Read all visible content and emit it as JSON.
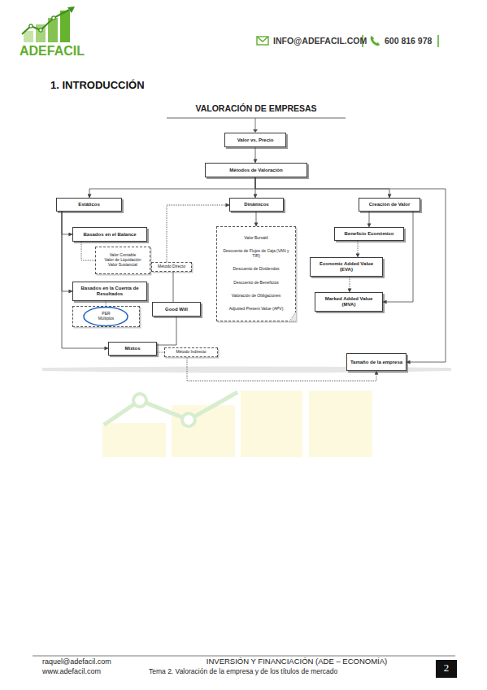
{
  "diagram": {
    "title": "VALORACIÓN DE EMPRESAS",
    "nodes": [
      {
        "text": [
          "Valor vs. Precio"
        ]
      },
      {
        "text": [
          "Métodos de Valoración"
        ]
      },
      {
        "text": [
          "Estáticos"
        ]
      },
      {
        "text": [
          "Dinámicos"
        ]
      },
      {
        "text": [
          "Creación de Valor"
        ]
      },
      {
        "text": [
          "Basados en el Balance"
        ]
      },
      {
        "text": [
          "Valor Contable",
          "Valor de Liquidación",
          "Valor Sustancial"
        ]
      },
      {
        "text": [
          "Basados en la Cuenta de Resultados"
        ]
      },
      {
        "text": [
          "PER",
          "Múltiplos"
        ]
      },
      {
        "text": [
          "Good Will"
        ]
      },
      {
        "text": [
          "Mixtos"
        ]
      },
      {
        "text": [
          "Método Directo"
        ]
      },
      {
        "text": [
          "Método Indirecto"
        ]
      },
      {
        "text": [
          "Valor Bursátil",
          "Descuento de Flujos de Caja (VAN y TIR)",
          "Descuento de Dividendos",
          "Descuento de Beneficios",
          "Valoración de Obligaciones",
          "Adjusted Present Value (APV)"
        ]
      },
      {
        "text": [
          "Beneficio Económico"
        ]
      },
      {
        "text": [
          "Economic Added Value (EVA)"
        ]
      },
      {
        "text": [
          "Marked Added Value (MVA)"
        ]
      },
      {
        "text": [
          "Tamaño de la empresa"
        ]
      }
    ],
    "edges": [
      {
        "from": 0,
        "to": 1,
        "arrow": "to"
      },
      {
        "from": 1,
        "to": 2,
        "arrow": "to"
      },
      {
        "from": 1,
        "to": 3,
        "arrow": "to"
      },
      {
        "from": 1,
        "to": 4,
        "arrow": "to"
      },
      {
        "from": 1,
        "to": 17,
        "arrow": "to"
      },
      {
        "from": 2,
        "to": 5,
        "arrow": "to"
      },
      {
        "from": 2,
        "to": 7,
        "arrow": "to"
      },
      {
        "from": 2,
        "to": 10,
        "arrow": "to"
      },
      {
        "from": 5,
        "to": 6,
        "arrow": "none"
      },
      {
        "from": 7,
        "to": 8,
        "arrow": "none"
      },
      {
        "from": 9,
        "to": 10,
        "arrow": "none"
      },
      {
        "from": 9,
        "to": 11,
        "arrow": "none"
      },
      {
        "from": 11,
        "to": 3,
        "arrow": "to"
      },
      {
        "from": 10,
        "to": 12,
        "arrow": "none"
      },
      {
        "from": 12,
        "to": 17,
        "arrow": "to"
      },
      {
        "from": 3,
        "to": 13,
        "arrow": "to"
      },
      {
        "from": 4,
        "to": 14,
        "arrow": "to"
      },
      {
        "from": 14,
        "to": 15,
        "arrow": "to"
      },
      {
        "from": 15,
        "to": 16,
        "arrow": "to"
      },
      {
        "from": 4,
        "to": 16,
        "arrow": "to"
      }
    ],
    "labels": [
      "ADEFACIL",
      "INFO@ADEFACIL.COM",
      "600 816 978",
      "1. INTRODUCCIÓN",
      "raquel@adefacil.com",
      "www.adefacil.com",
      "INVERSIÓN Y FINANCIACIÓN (ADE – ECONOMÍA)",
      "Tema 2. Valoración de la empresa y de los títulos de mercado",
      "2"
    ]
  }
}
